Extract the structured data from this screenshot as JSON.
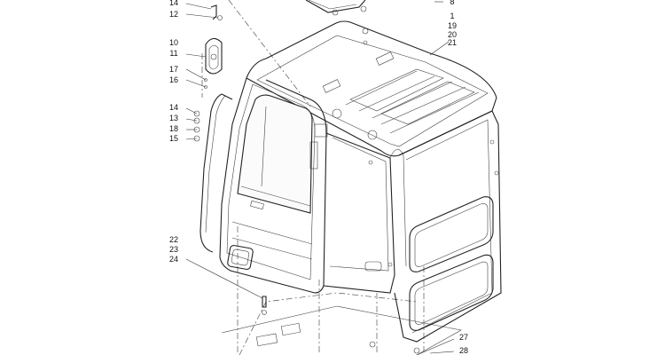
{
  "callouts": {
    "left": [
      "14",
      "12",
      "10",
      "11",
      "17",
      "16",
      "14",
      "13",
      "18",
      "15",
      "22",
      "23",
      "24"
    ],
    "top_right": [
      "8",
      "1",
      "19",
      "20",
      "21"
    ],
    "bottom_right": [
      "27",
      "28"
    ]
  },
  "colors": {
    "line": "#222222",
    "background": "#ffffff"
  }
}
